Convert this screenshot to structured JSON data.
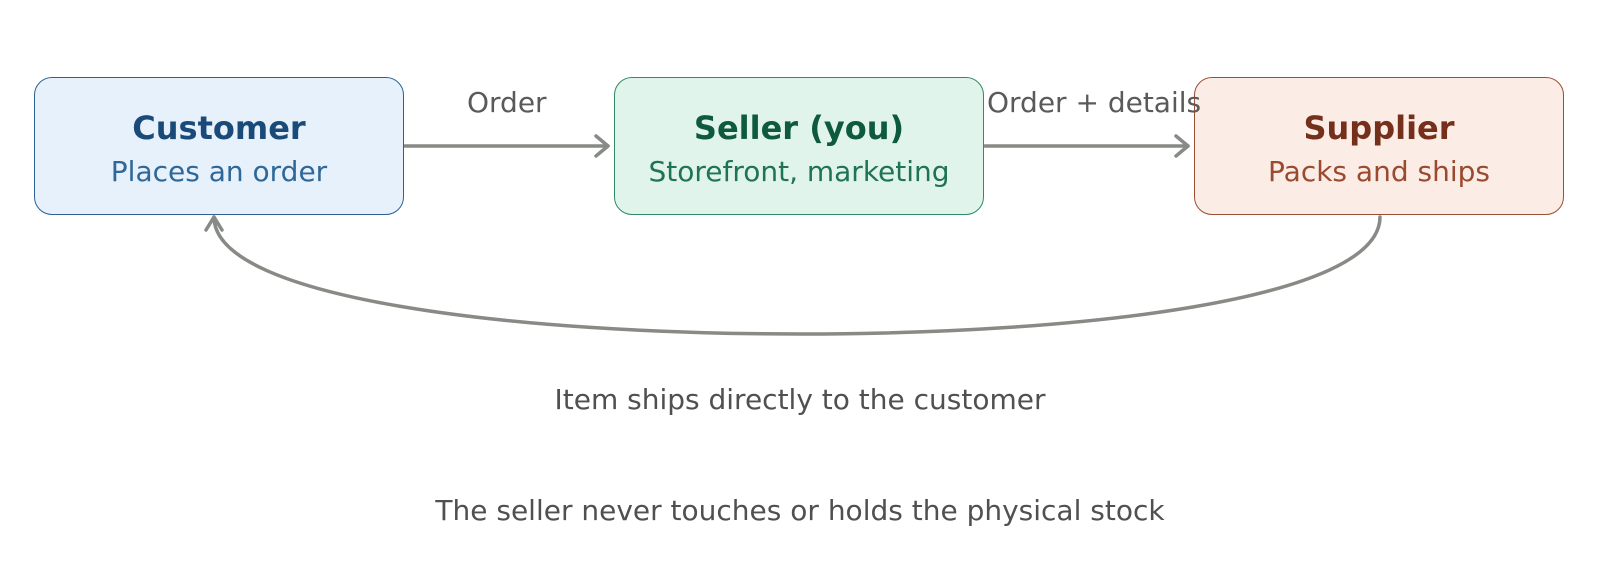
{
  "nodes": {
    "customer": {
      "title": "Customer",
      "subtitle": "Places an order"
    },
    "seller": {
      "title": "Seller (you)",
      "subtitle": "Storefront, marketing"
    },
    "supplier": {
      "title": "Supplier",
      "subtitle": "Packs and ships"
    }
  },
  "edges": {
    "customer_to_seller": "Order",
    "seller_to_supplier": "Order + details",
    "supplier_to_customer": "Item ships directly to the customer"
  },
  "footer": "The seller never touches or holds the physical stock",
  "colors": {
    "arrow": "#878a85",
    "customer_fill": "#e6f1fc",
    "seller_fill": "#e1f4ec",
    "supplier_fill": "#fbece6"
  }
}
